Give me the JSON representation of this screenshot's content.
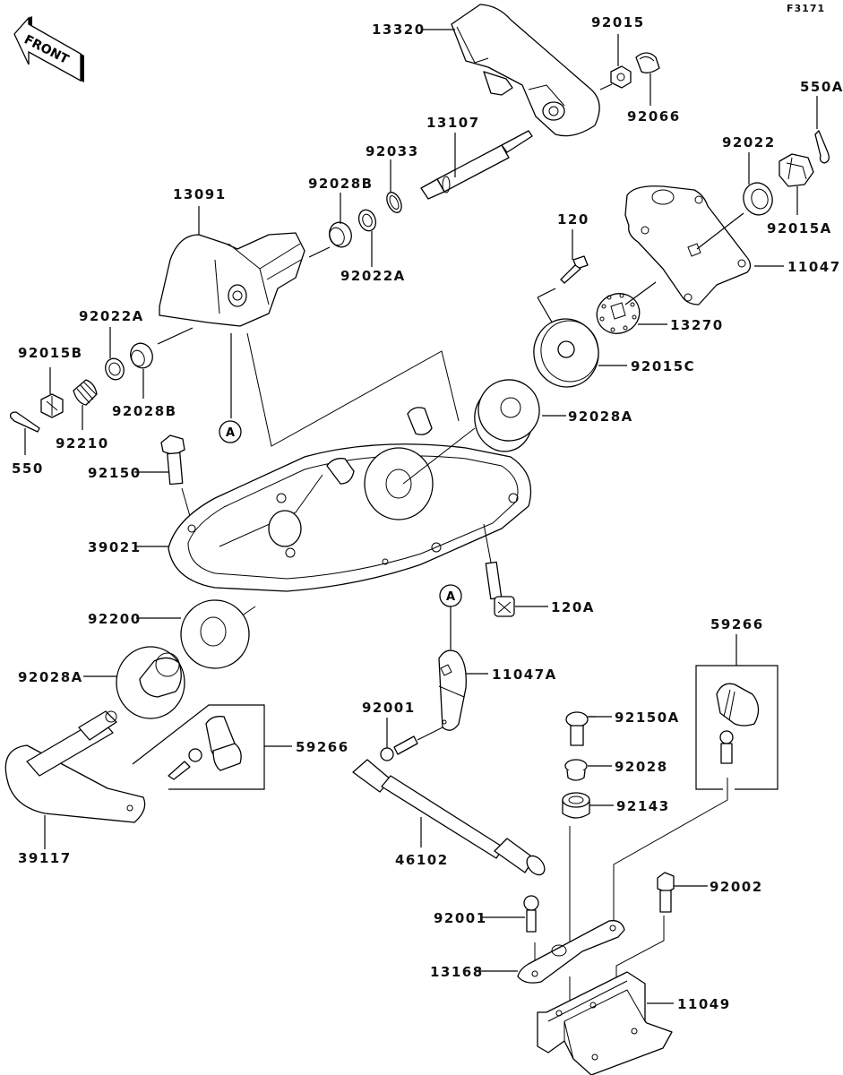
{
  "figure_id": "F3171",
  "direction_indicator": "FRONT",
  "reference_marker": "A",
  "labels": {
    "p13320": "13320",
    "p92015": "92015",
    "p92066": "92066",
    "p550A": "550A",
    "p13107": "13107",
    "p92033": "92033",
    "p92022": "92022",
    "p13091": "13091",
    "p92028B_top": "92028B",
    "p92022A_top": "92022A",
    "p120": "120",
    "p92015A": "92015A",
    "p11047": "11047",
    "p13270": "13270",
    "p92022A_left": "92022A",
    "p92015B": "92015B",
    "p92015C": "92015C",
    "p92028B_left": "92028B",
    "p92210": "92210",
    "p92028A_right": "92028A",
    "p550": "550",
    "p92150": "92150",
    "p39021": "39021",
    "p120A": "120A",
    "p92200": "92200",
    "p11047A": "11047A",
    "p59266_right": "59266",
    "p92028A_left": "92028A",
    "p92001_upper": "92001",
    "p92150A": "92150A",
    "p59266_left": "59266",
    "p92028": "92028",
    "p92143": "92143",
    "p39117": "39117",
    "p46102": "46102",
    "p92002": "92002",
    "p92001_lower": "92001",
    "p13168": "13168",
    "p11049": "11049"
  }
}
